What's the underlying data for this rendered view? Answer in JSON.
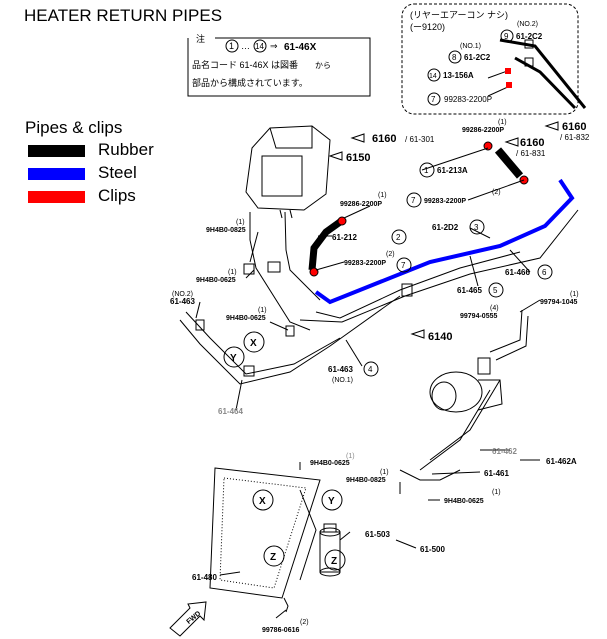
{
  "title": "HEATER RETURN PIPES",
  "legend": {
    "title": "Pipes & clips",
    "items": [
      {
        "label": "Rubber",
        "color": "#000000"
      },
      {
        "label": "Steel",
        "color": "#0000ff"
      },
      {
        "label": "Clips",
        "color": "#ff0000"
      }
    ]
  },
  "note": {
    "heading": "注",
    "line1_from": "1",
    "line1_to": "14",
    "line1_code": "61-46X",
    "line2": "品名コード 61-46X は図番",
    "line2_b": "から",
    "line3": "部品から構成されています。"
  },
  "inset": {
    "title_line1": "(リヤーエアーコン ナシ)",
    "title_line2": "(ー9120)",
    "labels": {
      "no2": "(NO.2)",
      "ref9": "9",
      "part_61_2c2_a": "61-2C2",
      "no1": "(NO.1)",
      "ref8": "8",
      "part_61_2c2_b": "61-2C2",
      "ref14": "14",
      "part_13_156a": "13-156A",
      "ref7": "7",
      "part_99283": "99283-2200P"
    }
  },
  "labels": {
    "ref_6160a": "6160",
    "ref_61_301": "/ 61-301",
    "ref_6150": "6150",
    "ref_6160b": "6160",
    "ref_61_832": "/ 61-832",
    "ref_6160c": "6160",
    "ref_61_831": "/ 61-831",
    "p99286_top": "99286-2200P",
    "one_top": "(1)",
    "p61_213a": "61-213A",
    "c1": "1",
    "p99283_right": "99283-2200P",
    "two_right": "(2)",
    "c7a": "7",
    "p99286_mid": "99286-2200P",
    "one_mid": "(1)",
    "p61_212": "61-212",
    "c2": "2",
    "p99283_mid": "99283-2200P",
    "two_mid": "(2)",
    "c7b": "7",
    "p61_2d2": "61-2D2",
    "c3": "3",
    "p61_466": "61-466",
    "c6": "6",
    "p61_465": "61-465",
    "c5": "5",
    "p99794_1045": "99794-1045",
    "one_a": "(1)",
    "p99794_0555": "99794-0555",
    "four": "(4)",
    "ref_6140": "6140",
    "p9h4b0_a": "9H4B0-0825",
    "one_b": "(1)",
    "p9h4b0_b": "9H4B0-0625",
    "one_c": "(1)",
    "no2_left": "(NO.2)",
    "p61_463_left": "61-463",
    "p9h4b0_c": "9H4B0-0625",
    "one_d": "(1)",
    "xl": "X",
    "yl": "Y",
    "p61_463": "61-463",
    "c4": "4",
    "no1_low": "(NO.1)",
    "p61_464": "61-464",
    "p61_462": "61-462",
    "p61_462a": "61-462A",
    "p61_461": "61-461",
    "p9h4b0_d": "9H4B0-0625",
    "one_e": "(1)",
    "p9h4b0_e": "9H4B0-0825",
    "one_f": "(1)",
    "p9h4b0_f": "9H4B0-0625",
    "one_g": "(1)",
    "xr": "X",
    "yr": "Y",
    "zr": "Z",
    "zl": "Z",
    "p61_503": "61-503",
    "p61_500": "61-500",
    "p61_480": "61-480",
    "p99786": "99786-0616",
    "two_bot": "(2)",
    "fwd": "FWD"
  }
}
